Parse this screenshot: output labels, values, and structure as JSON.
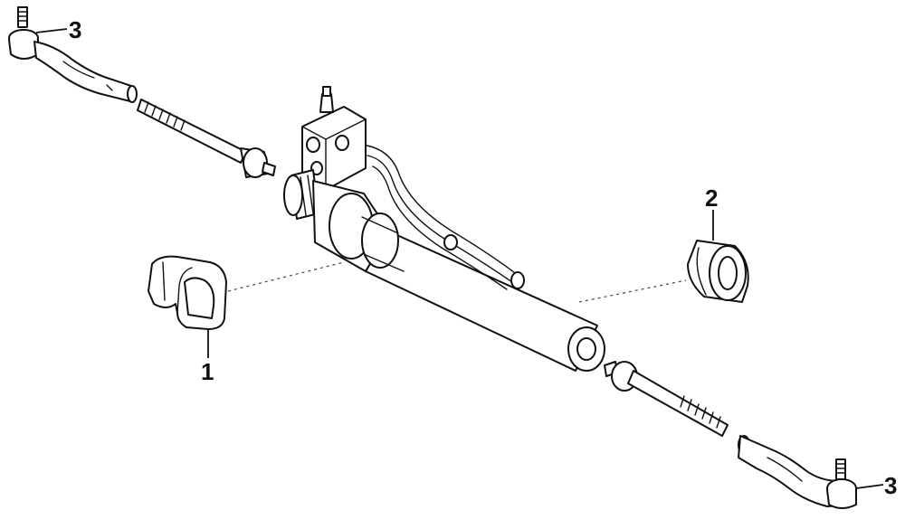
{
  "callouts": {
    "tie_rod_end_left": "3",
    "tie_rod_end_right": "3",
    "bushing_right": "2",
    "bracket_grommet": "1"
  }
}
